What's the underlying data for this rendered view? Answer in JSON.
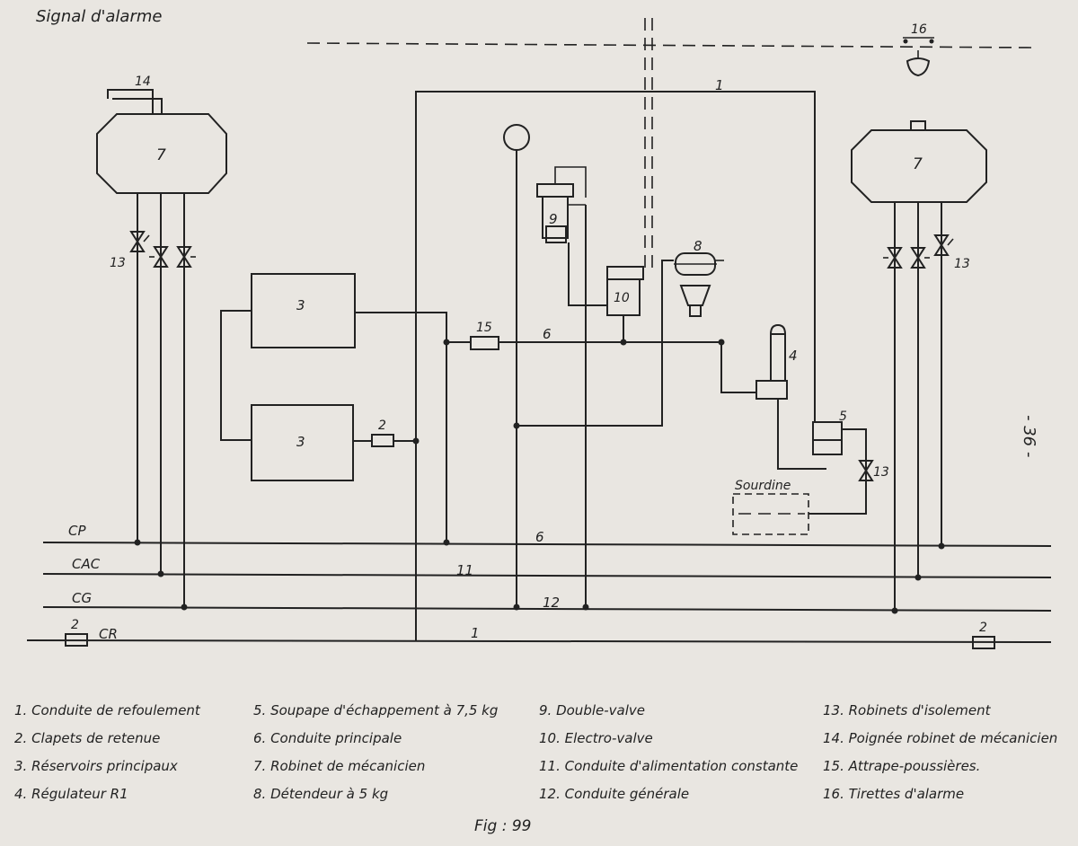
{
  "title": "Signal d'alarme",
  "page_number": "- 36 -",
  "figure_label": "Fig : 99",
  "pipe_labels": {
    "cp": "CP",
    "cac": "CAC",
    "cg": "CG",
    "cr": "CR"
  },
  "diagram_numbers": {
    "n1": "1",
    "n2": "2",
    "n3": "3",
    "n4": "4",
    "n5": "5",
    "n6": "6",
    "n7": "7",
    "n8": "8",
    "n9": "9",
    "n10": "10",
    "n11": "11",
    "n12": "12",
    "n13": "13",
    "n14": "14",
    "n15": "15",
    "n16": "16"
  },
  "sourdine": "Sourdine",
  "legend": [
    [
      "1. Conduite de refoulement",
      "2. Clapets de retenue",
      "3. Réservoirs principaux",
      "4. Régulateur R1"
    ],
    [
      "5. Soupape d'échappement à 7,5 kg",
      "6. Conduite principale",
      "7. Robinet de mécanicien",
      "8. Détendeur à 5 kg"
    ],
    [
      "9. Double-valve",
      "10. Electro-valve",
      "11. Conduite d'alimentation constante",
      "12. Conduite générale"
    ],
    [
      "13. Robinets d'isolement",
      "14. Poignée robinet de mécanicien",
      "15. Attrape-poussières.",
      "16. Tirettes d'alarme"
    ]
  ]
}
